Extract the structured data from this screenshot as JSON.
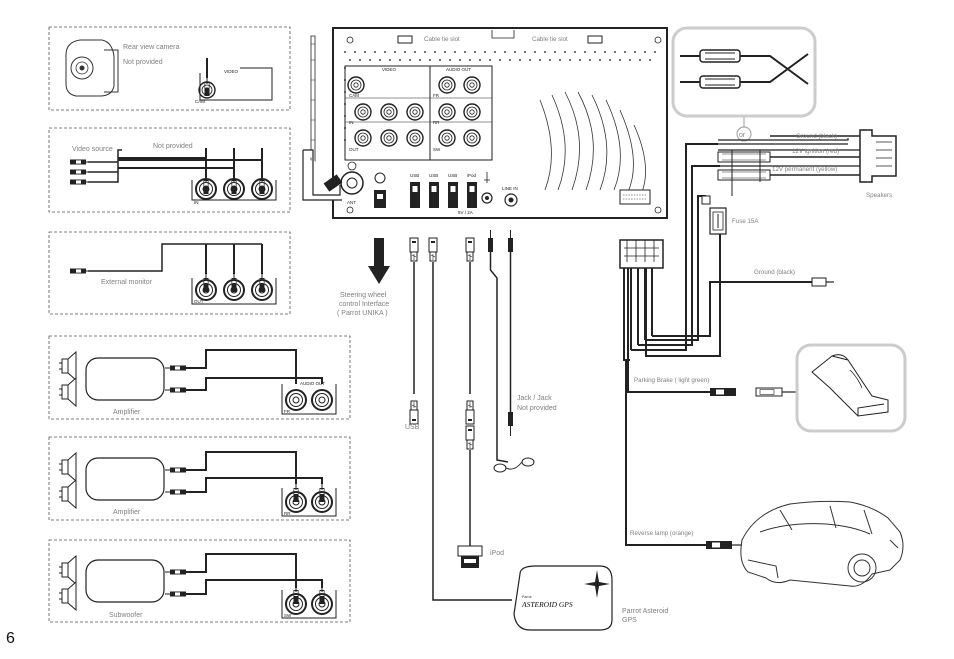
{
  "page_number": "6",
  "labels": {
    "rear_view_camera": "Rear view camera",
    "not_provided": "Not provided",
    "video": "VIDEO",
    "cam": "CAM",
    "video_source": "Video source",
    "in": "IN",
    "external_monitor": "External monitor",
    "out": "OUT",
    "amplifier": "Amplifier",
    "audio_out": "AUDIO OUT",
    "fr": "FR",
    "rr": "RR",
    "sw": "SW",
    "subwoofer": "Subwoofer",
    "cable_tie_slot": "Cable tie slot",
    "audio_out_head": "AUDIO OUT",
    "ant": "ANT",
    "usb": "USB",
    "ipod_port": "iPod",
    "line_in": "LINE IN",
    "power_spec": "5V / 2A",
    "steering_wheel": "Steering wheel",
    "control_interface": "control Interface",
    "parrot_unika": "( Parrot UNIKA )",
    "usb_label": "USB",
    "jack_jack": "Jack / Jack",
    "jack_not_provided": "Not provided",
    "ipod": "iPod",
    "or": "or",
    "ground_black": "Ground (black)",
    "ignition": "12V ignition (red)",
    "permanent": "12V permanent (yellow)",
    "speakers": "Speakers",
    "fuse": "Fuse 15A",
    "ground_black_2": "Ground (black)",
    "parking_brake": "Parking Brake ( light green)",
    "reverse_lamp": "Reverse lamp (orange)",
    "parrot_asteroid": "Parrot Asteroid",
    "gps": "GPS",
    "brand_small": "Parrot",
    "brand_name": "ASTEROID GPS"
  }
}
